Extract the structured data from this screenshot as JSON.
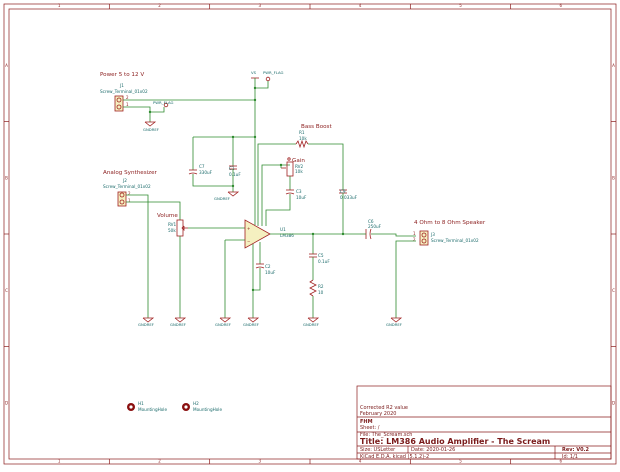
{
  "notes": {
    "power": "Power 5 to 12 V",
    "synth": "Analog Synthesizer",
    "volume": "Volume",
    "bass": "Bass Boost",
    "gain": "Gain",
    "speaker": "4 Ohm to 8 Ohm Speaker"
  },
  "components": {
    "J1": {
      "ref": "J1",
      "value": "Screw_Terminal_01x02"
    },
    "J2": {
      "ref": "J2",
      "value": "Screw_Terminal_01x02"
    },
    "J3": {
      "ref": "J3",
      "value": "Screw_Terminal_01x02"
    },
    "C7": {
      "ref": "C7",
      "value": "330uF"
    },
    "C1": {
      "ref": "C1",
      "value": "0.1uF"
    },
    "R1": {
      "ref": "R1",
      "value": "10k"
    },
    "RV2": {
      "ref": "RV2",
      "value": "10k"
    },
    "RV1": {
      "ref": "RV1",
      "value": "50k"
    },
    "C3": {
      "ref": "C3",
      "value": "10uF"
    },
    "C9": {
      "ref": "C9",
      "value": "0.033uF"
    },
    "U1": {
      "ref": "U1",
      "value": "LM386"
    },
    "C2": {
      "ref": "C2",
      "value": "10uF"
    },
    "C6": {
      "ref": "C6",
      "value": "250uF"
    },
    "C5": {
      "ref": "C5",
      "value": "0.1uF"
    },
    "R2": {
      "ref": "R2",
      "value": "10"
    },
    "H1": {
      "ref": "H1",
      "value": "MountingHole"
    },
    "H2": {
      "ref": "H2",
      "value": "MountingHole"
    }
  },
  "power_labels": {
    "vs": "VS",
    "pwr_flag": "PWR_FLAG",
    "gndref": "GNDREF"
  },
  "pin_numbers": {
    "one": "1",
    "two": "2"
  },
  "title_block": {
    "comment1": "Corrected R2 value",
    "comment2": "February 2020",
    "comment3": "FHM",
    "sheet": "Sheet: /",
    "file": "File: The_Scream.sch",
    "title": "Title: LM386 Audio Amplifier - The Scream",
    "size": "Size: USLetter",
    "date": "Date: 2020-01-26",
    "rev": "Rev: V0.2",
    "tool": "KiCad E.D.A.  kicad (5.1.2)-2",
    "id": "Id: 1/1"
  },
  "frame": {
    "cols": [
      "1",
      "2",
      "3",
      "4",
      "5",
      "6"
    ],
    "rows": [
      "A",
      "B",
      "C",
      "D"
    ]
  }
}
